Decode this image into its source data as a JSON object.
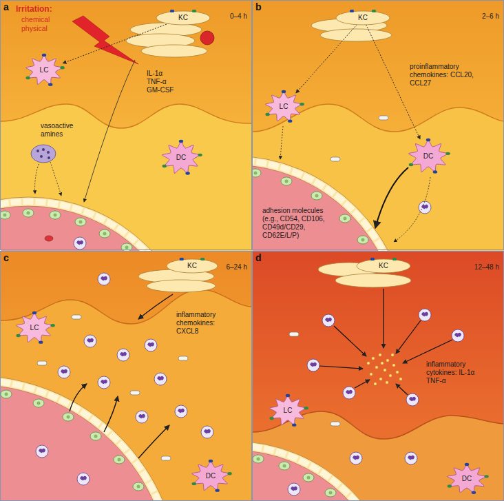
{
  "diagram": {
    "nodes": [
      {
        "text": [
          "a",
          "0–4 h"
        ]
      },
      {
        "text": [
          "KC"
        ],
        "in": 0
      },
      {
        "text": [
          "LC"
        ],
        "in": 0
      },
      {
        "text": [
          "DC"
        ],
        "in": 0
      },
      {
        "text": [
          "b",
          "2–6 h"
        ]
      },
      {
        "text": [
          "KC"
        ],
        "in": 4
      },
      {
        "text": [
          "LC"
        ],
        "in": 4
      },
      {
        "text": [
          "DC"
        ],
        "in": 4
      },
      {
        "text": [
          "c",
          "6–24 h"
        ]
      },
      {
        "text": [
          "KC"
        ],
        "in": 8
      },
      {
        "text": [
          "LC"
        ],
        "in": 8
      },
      {
        "text": [
          "DC"
        ],
        "in": 8
      },
      {
        "text": [
          "d",
          "12–48 h"
        ]
      },
      {
        "text": [
          "KC"
        ],
        "in": 12
      },
      {
        "text": [
          "LC"
        ],
        "in": 12
      },
      {
        "text": [
          "DC"
        ],
        "in": 12
      }
    ],
    "edges": [
      {
        "from": 1,
        "to": 2,
        "arrow": "to"
      },
      {
        "from": 5,
        "to": 6,
        "arrow": "to"
      },
      {
        "from": 5,
        "to": 7,
        "arrow": "to"
      }
    ],
    "labels": [
      "Irritation:",
      "chemical",
      "physical",
      "IL-1α TNF-α GM-CSF",
      "vasoactive amines",
      "proinflammatory chemokines: CCL20, CCL27",
      "adhesion molecules (e.g., CD54, CD106, CD49d/CD29, CD62E/L/P)",
      "inflammatory chemokines: CXCL8",
      "inflammatory cytokines: IL-1α TNF-α"
    ]
  }
}
